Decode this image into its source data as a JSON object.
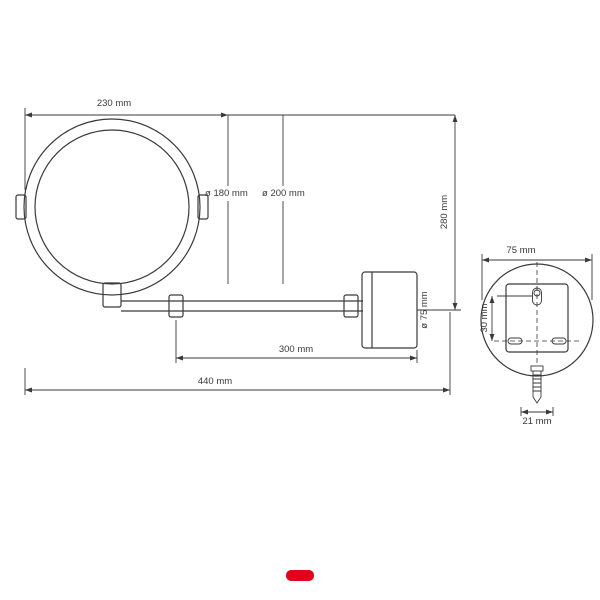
{
  "colors": {
    "brand_red": "#e2001a",
    "line": "#3a3a3a"
  },
  "main_view": {
    "dim_width_top": "230 mm",
    "dim_inner_diameter": "ø 180 mm",
    "dim_outer_diameter": "ø 200 mm",
    "dim_height": "280 mm",
    "dim_plate_diameter_side": "ø 75 mm",
    "dim_arm_length": "300 mm",
    "dim_total_reach": "440 mm"
  },
  "detail_view": {
    "dim_plate_width": "75 mm",
    "dim_hole_offset": "30 mm",
    "dim_screw_length": "21 mm"
  }
}
